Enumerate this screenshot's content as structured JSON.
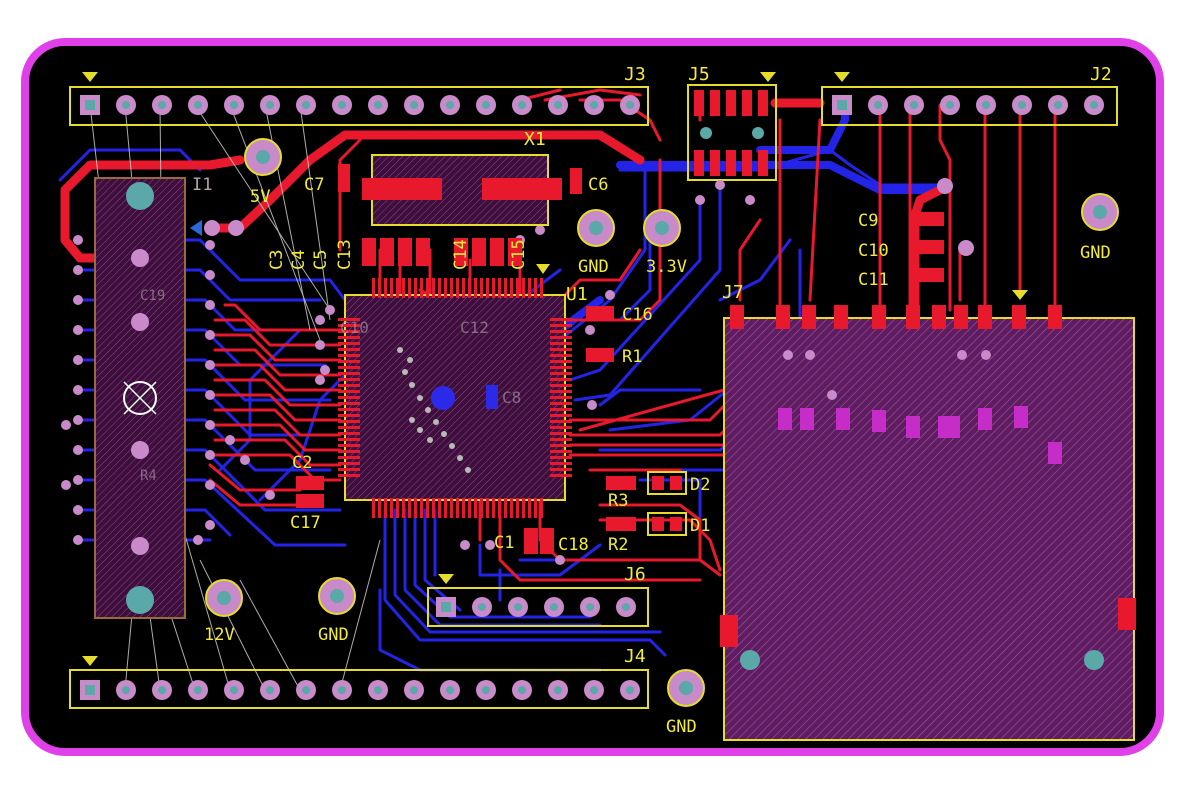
{
  "board": {
    "outline_color": "#e040e8",
    "copper_top": "#e8192c",
    "copper_bottom": "#2424e8",
    "silkscreen": "#f2ea3c",
    "pad_color": "#c98ac9",
    "drill_color": "#5aa8a8",
    "background": "#000000"
  },
  "labels": {
    "j3": "J3",
    "j5": "J5",
    "j2": "J2",
    "j4": "J4",
    "j6": "J6",
    "j7": "J7",
    "x1": "X1",
    "u1": "U1",
    "i1": "I1",
    "c2": "C2",
    "c17": "C17",
    "c3": "C3",
    "c4": "C4",
    "c5": "C5",
    "c13": "C13",
    "c14": "C14",
    "c15": "C15",
    "c7": "C7",
    "c6": "C6",
    "c9": "C9",
    "c10": "C10",
    "c11": "C11",
    "c16": "C16",
    "r1": "R1",
    "r3": "R3",
    "r2": "R2",
    "c1": "C1",
    "c18": "C18",
    "d2": "D2",
    "d1": "D1",
    "tp_5v": "5V",
    "tp_33v": "3.3V",
    "tp_12v": "12V",
    "gnd_1": "GND",
    "gnd_2": "GND",
    "gnd_3": "GND",
    "gnd_4": "GND",
    "b_c10": "C10",
    "b_c8": "C8",
    "b_c12": "C12",
    "b_c19": "C19",
    "b_r4": "R4"
  }
}
